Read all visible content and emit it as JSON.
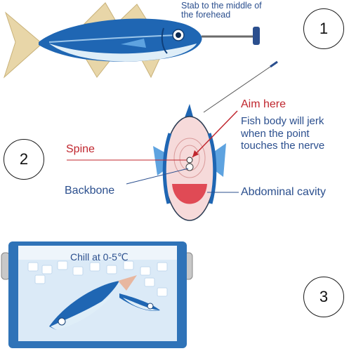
{
  "steps": [
    {
      "number": "1",
      "caption": "Stab to the middle of\nthe forehead"
    },
    {
      "number": "2",
      "labels": {
        "aim": "Aim here",
        "aim_note": "Fish body will jerk\nwhen the point\ntouches the nerve",
        "spine": "Spine",
        "backbone": "Backbone",
        "abdominal": "Abdominal cavity"
      }
    },
    {
      "number": "3",
      "caption": "Chill at 0-5℃"
    }
  ],
  "colors": {
    "label_blue": "#2b4f8e",
    "label_red": "#c0262e",
    "fish_blue": "#1f66b3",
    "fish_belly": "#dfeef8",
    "fin_yellow": "#e8d6a8",
    "cooler_blue": "#2f73b8",
    "water": "#dbeaf7"
  }
}
